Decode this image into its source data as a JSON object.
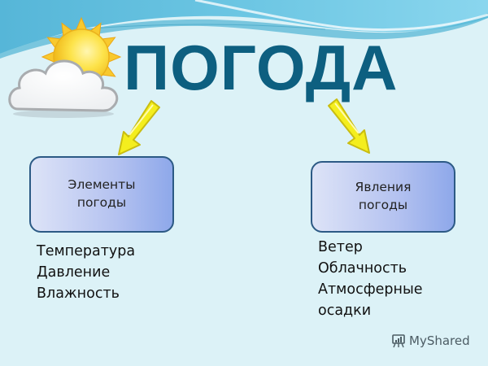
{
  "slide": {
    "title": "ПОГОДА",
    "colors": {
      "background": "#dcf2f7",
      "title": "#0d5f80",
      "wave": "#5bbfdd",
      "box_border": "#2c5a85",
      "arrow": "#f2ea1c"
    },
    "decoration": {
      "icon": "sun-behind-cloud-icon"
    },
    "branches": [
      {
        "label_line1": "Элементы",
        "label_line2": "погоды",
        "items": [
          "Температура",
          "Давление",
          "Влажность"
        ]
      },
      {
        "label_line1": "Явления",
        "label_line2": "погоды",
        "items": [
          "Ветер",
          "Облачность",
          "Атмосферные",
          "осадки"
        ]
      }
    ],
    "watermark": {
      "text": "MyShared",
      "icon": "presentation-board-icon"
    }
  }
}
